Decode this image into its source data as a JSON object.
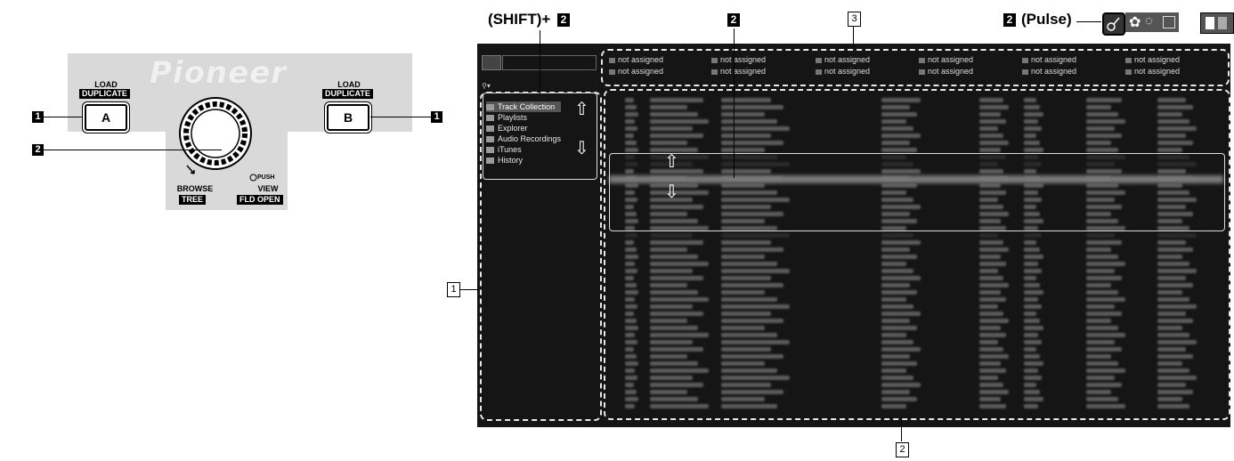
{
  "hardware": {
    "logo": "Pioneer",
    "load_a": "LOAD",
    "dup_a": "DUPLICATE",
    "btn_a": "A",
    "load_b": "LOAD",
    "dup_b": "DUPLICATE",
    "btn_b": "B",
    "browse": "BROWSE",
    "tree": "TREE",
    "push": "PUSH",
    "view": "VIEW",
    "fld_open": "FLD OPEN",
    "callout_1": "1",
    "callout_2": "2"
  },
  "labels": {
    "shift": "(SHIFT)+",
    "num2": "2",
    "num3": "3",
    "num1": "1",
    "pulse": "(Pulse)"
  },
  "screen": {
    "slots": [
      "not assigned",
      "not assigned",
      "not assigned",
      "not assigned",
      "not assigned",
      "not assigned",
      "not assigned",
      "not assigned",
      "not assigned",
      "not assigned",
      "not assigned",
      "not assigned"
    ],
    "tree": [
      "Track Collection",
      "Playlists",
      "Explorer",
      "Audio Recordings",
      "iTunes",
      "History"
    ],
    "up_arrow": "⇧",
    "down_arrow": "⇩"
  }
}
